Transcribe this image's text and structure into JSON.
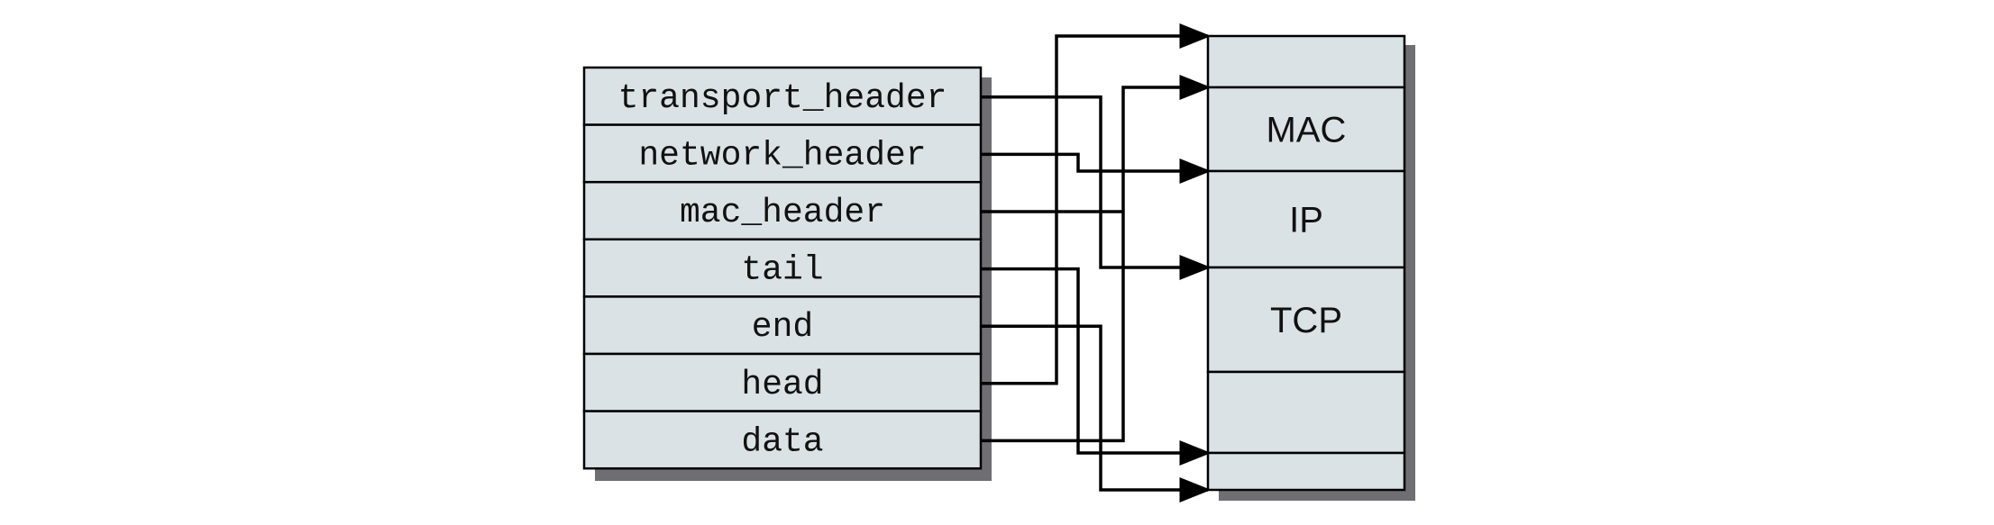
{
  "struct_fields": [
    {
      "id": "transport_header",
      "label": "transport_header"
    },
    {
      "id": "network_header",
      "label": "network_header"
    },
    {
      "id": "mac_header",
      "label": "mac_header"
    },
    {
      "id": "tail",
      "label": "tail"
    },
    {
      "id": "end",
      "label": "end"
    },
    {
      "id": "head",
      "label": "head"
    },
    {
      "id": "data",
      "label": "data"
    }
  ],
  "buffer_segments": [
    {
      "id": "headroom",
      "label": ""
    },
    {
      "id": "mac",
      "label": "MAC"
    },
    {
      "id": "ip",
      "label": "IP"
    },
    {
      "id": "tcp",
      "label": "TCP"
    },
    {
      "id": "payload",
      "label": ""
    },
    {
      "id": "tailroom",
      "label": ""
    }
  ],
  "pointers": [
    {
      "from": "head",
      "to": "buffer-top"
    },
    {
      "from": "data",
      "to": "mac-start"
    },
    {
      "from": "mac_header",
      "to": "mac-start"
    },
    {
      "from": "network_header",
      "to": "ip-start"
    },
    {
      "from": "transport_header",
      "to": "tcp-start"
    },
    {
      "from": "tail",
      "to": "tail-boundary"
    },
    {
      "from": "end",
      "to": "buffer-end"
    }
  ]
}
